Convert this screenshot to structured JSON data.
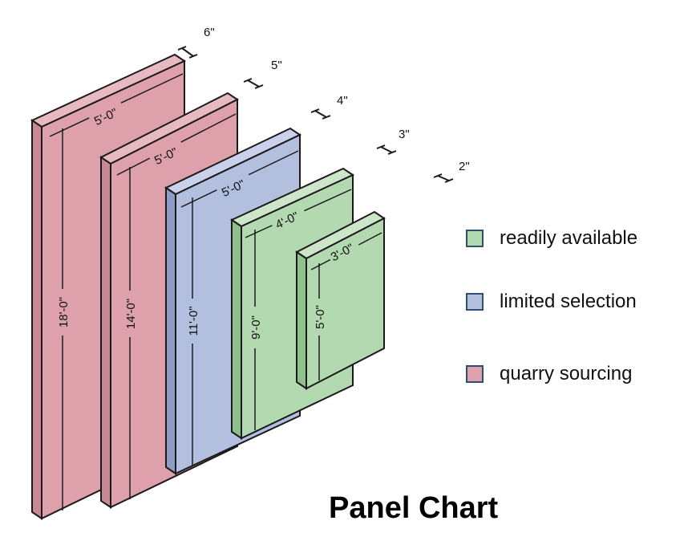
{
  "title": "Panel Chart",
  "colors": {
    "readily_available": "#b3d9b0",
    "limited_selection": "#b3bfdf",
    "quarry_sourcing": "#dea0aa",
    "outline": "#1a1a1a"
  },
  "legend": [
    {
      "label": "readily available",
      "color": "#b3d9b0"
    },
    {
      "label": "limited selection",
      "color": "#b3bfdf"
    },
    {
      "label": "quarry sourcing",
      "color": "#dea0aa"
    }
  ],
  "panels": [
    {
      "height": "18'-0\"",
      "width": "5'-0\"",
      "thickness": "6\"",
      "category": "quarry sourcing"
    },
    {
      "height": "14'-0\"",
      "width": "5'-0\"",
      "thickness": "5\"",
      "category": "quarry sourcing"
    },
    {
      "height": "11'-0\"",
      "width": "5'-0\"",
      "thickness": "4\"",
      "category": "limited selection"
    },
    {
      "height": "9'-0\"",
      "width": "4'-0\"",
      "thickness": "3\"",
      "category": "readily available"
    },
    {
      "height": "5'-0\"",
      "width": "3'-0\"",
      "thickness": "2\"",
      "category": "readily available"
    }
  ]
}
